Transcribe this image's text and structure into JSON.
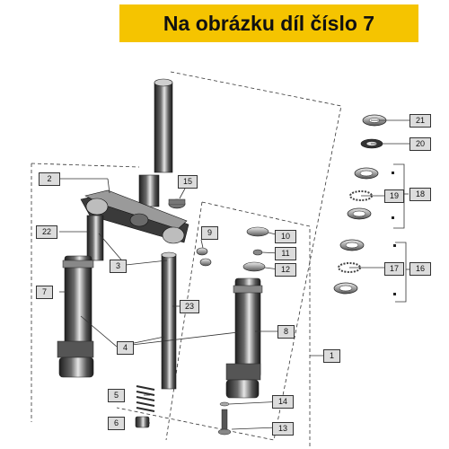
{
  "banner": {
    "text": "Na obrázku díl číslo 7",
    "background": "#f5c400"
  },
  "colors": {
    "part_dark": "#2c2c2c",
    "part_mid": "#7a7a7a",
    "part_light": "#d8d8d8",
    "label_fill": "#dcdcdc",
    "line": "#333333"
  },
  "labels": [
    {
      "id": "part-1",
      "text": "1"
    },
    {
      "id": "part-2",
      "text": "2"
    },
    {
      "id": "part-3",
      "text": "3"
    },
    {
      "id": "part-4",
      "text": "4"
    },
    {
      "id": "part-5",
      "text": "5"
    },
    {
      "id": "part-6",
      "text": "6"
    },
    {
      "id": "part-7",
      "text": "7"
    },
    {
      "id": "part-8",
      "text": "8"
    },
    {
      "id": "part-9",
      "text": "9"
    },
    {
      "id": "part-10",
      "text": "10"
    },
    {
      "id": "part-11",
      "text": "11"
    },
    {
      "id": "part-12",
      "text": "12"
    },
    {
      "id": "part-13",
      "text": "13"
    },
    {
      "id": "part-14",
      "text": "14"
    },
    {
      "id": "part-15",
      "text": "15"
    },
    {
      "id": "part-16",
      "text": "16"
    },
    {
      "id": "part-17",
      "text": "17"
    },
    {
      "id": "part-18",
      "text": "18"
    },
    {
      "id": "part-19",
      "text": "19"
    },
    {
      "id": "part-20",
      "text": "20"
    },
    {
      "id": "part-21",
      "text": "21"
    },
    {
      "id": "part-22",
      "text": "22"
    },
    {
      "id": "part-23",
      "text": "23"
    }
  ]
}
